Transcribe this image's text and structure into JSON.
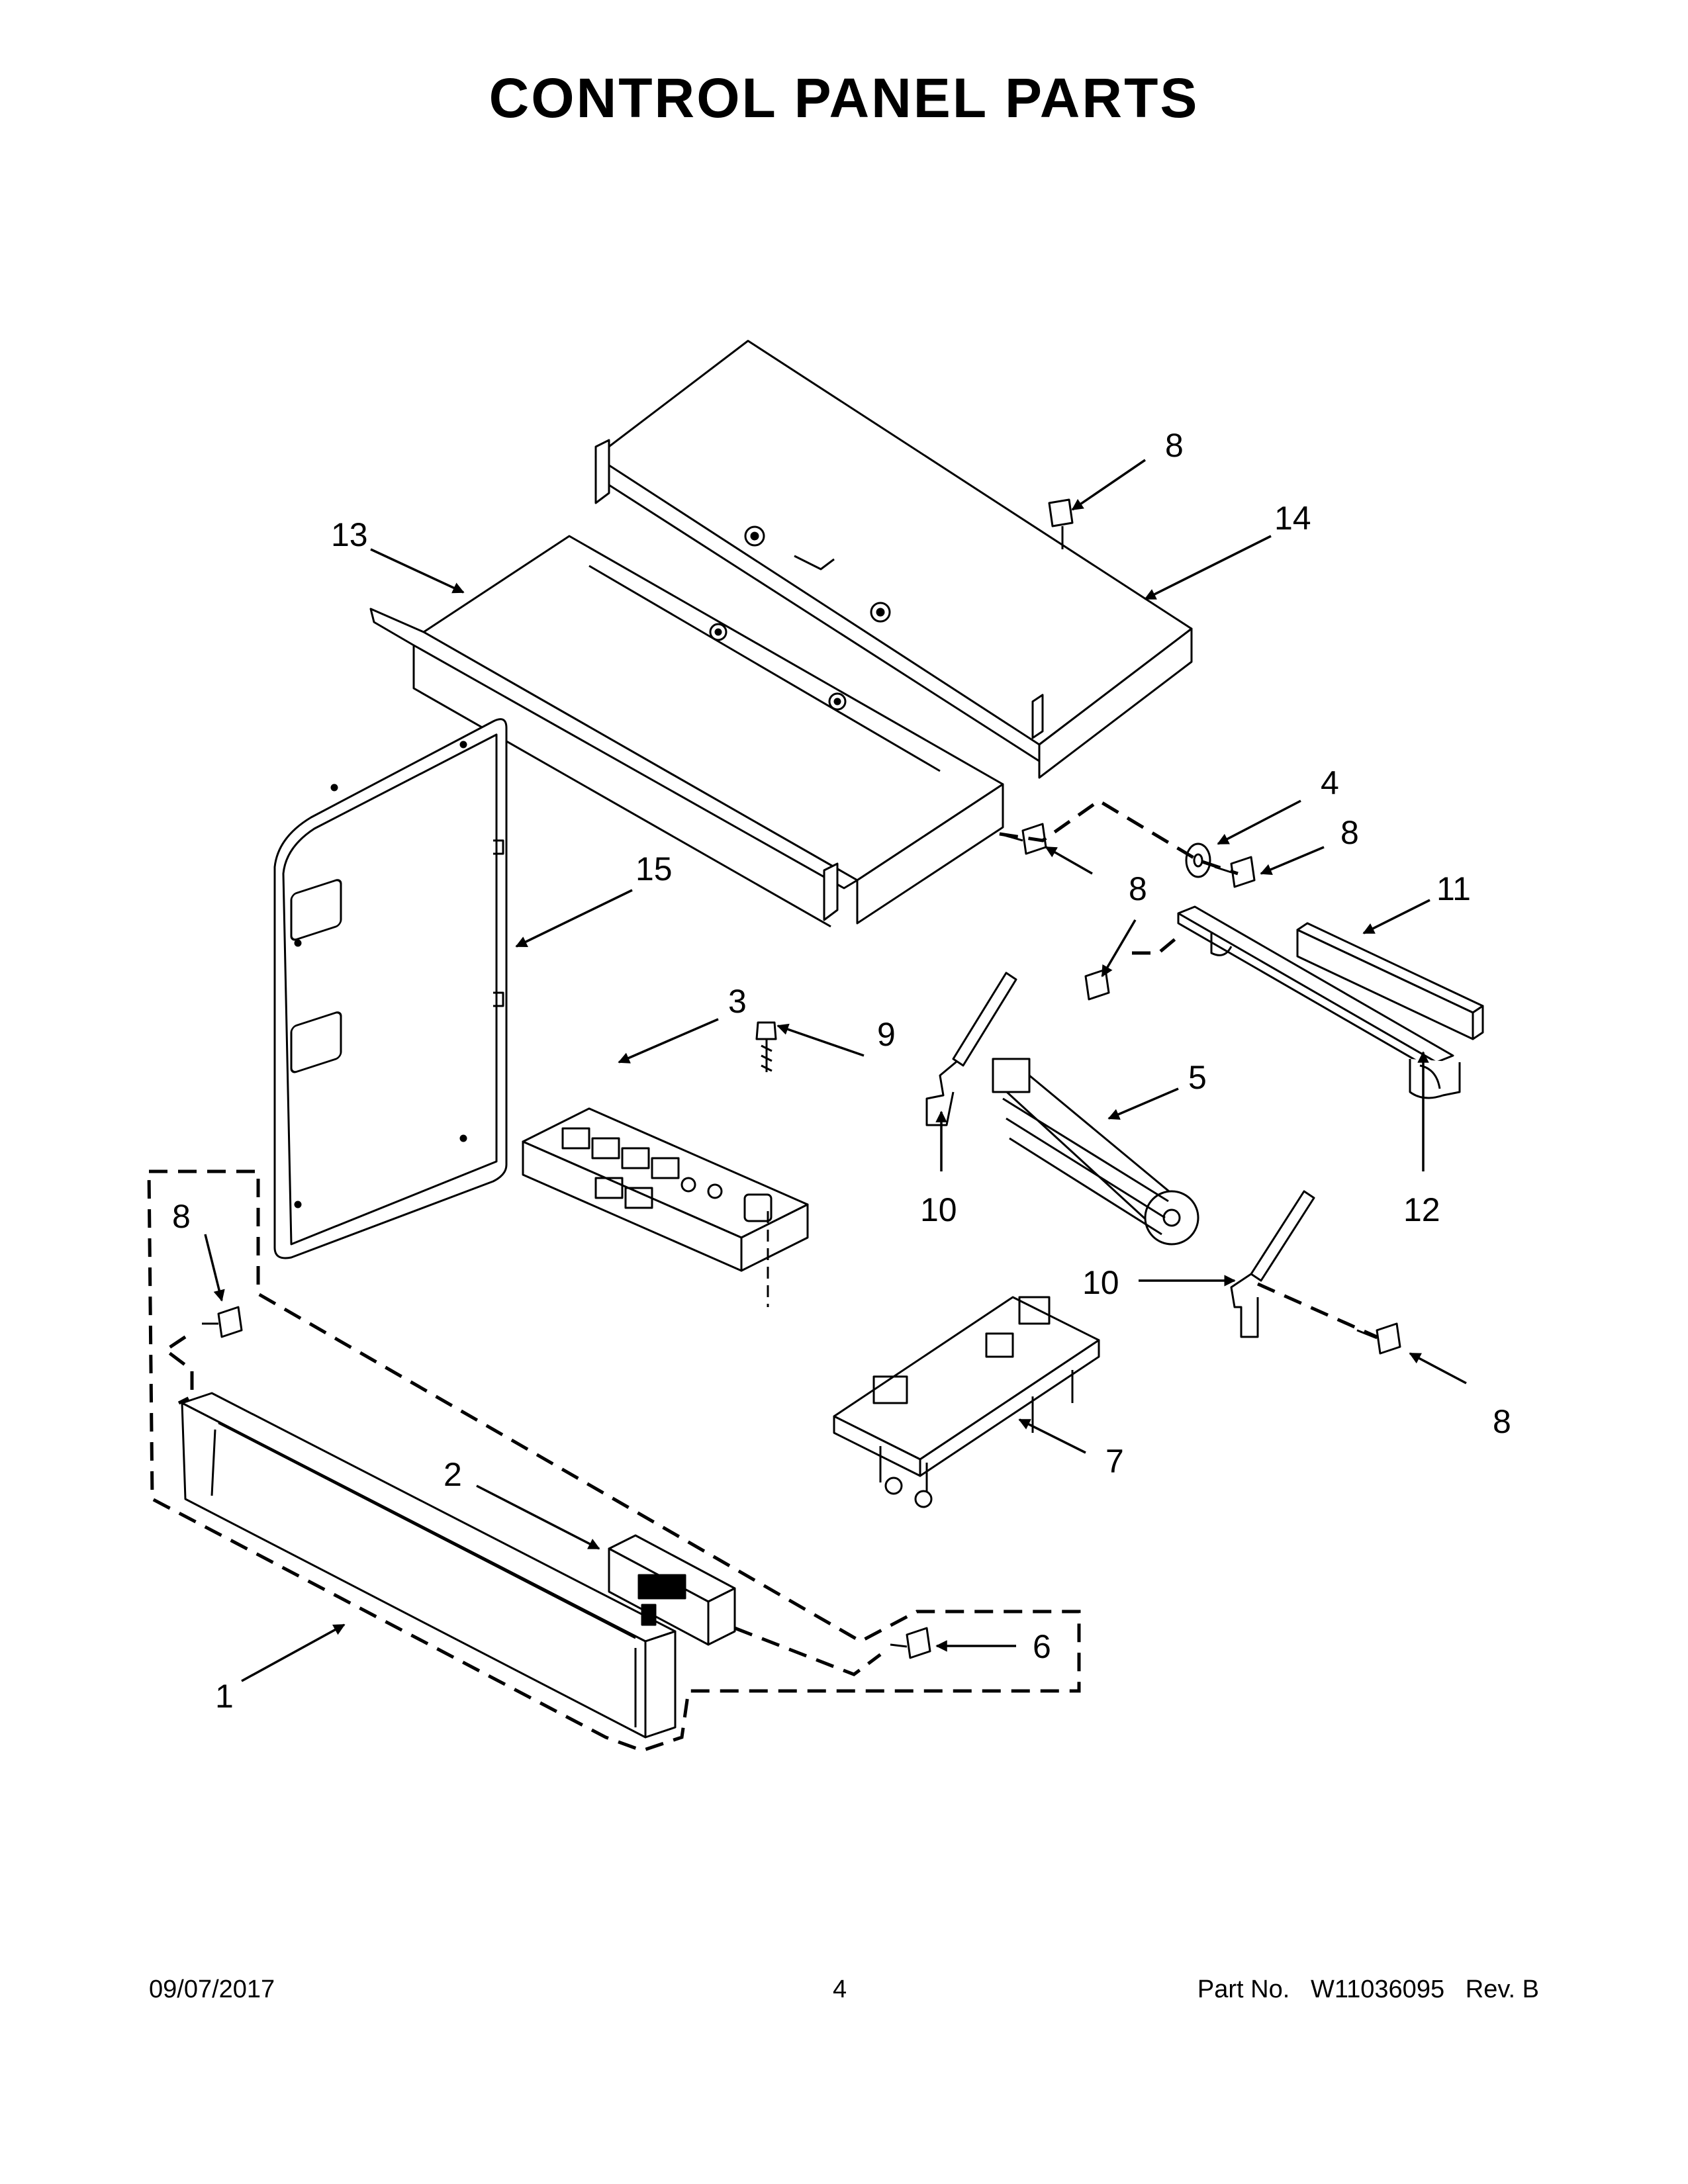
{
  "page": {
    "title": "CONTROL PANEL PARTS"
  },
  "callouts": [
    "1",
    "2",
    "3",
    "4",
    "5",
    "6",
    "7",
    "8",
    "9",
    "10",
    "11",
    "12",
    "13",
    "14",
    "15"
  ],
  "footer": {
    "date": "09/07/2017",
    "page_number": "4",
    "part_label": "Part No.",
    "part_number": "W11036095",
    "revision": "Rev. B"
  }
}
